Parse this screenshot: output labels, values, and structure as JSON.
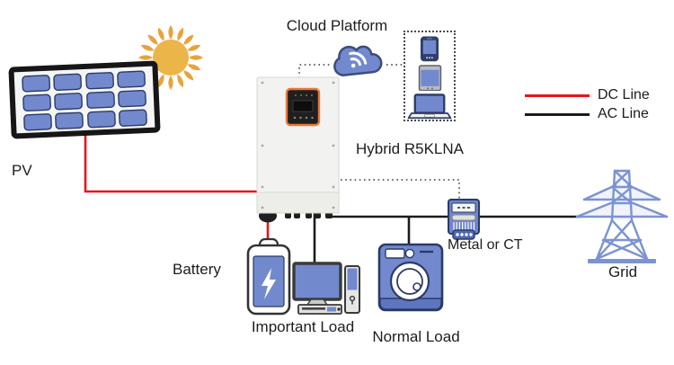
{
  "labels": {
    "pv": "PV",
    "cloud_platform": "Cloud Platform",
    "inverter_model": "Hybrid R5KLNA",
    "battery": "Battery",
    "important_load": "Important Load",
    "normal_load": "Normal Load",
    "meter": "Metal or CT",
    "grid": "Grid"
  },
  "legend": {
    "items": [
      {
        "label": "DC Line",
        "color": "#e8151b"
      },
      {
        "label": "AC Line",
        "color": "#1c1c1c"
      }
    ]
  },
  "icons": {
    "sun": "sun-icon",
    "solar_panel": "solar-panel-icon",
    "cloud": "cloud-wifi-icon",
    "phone": "smartphone-icon",
    "tablet": "tablet-icon",
    "laptop": "laptop-icon",
    "inverter": "hybrid-inverter-icon",
    "battery": "battery-icon",
    "computer": "desktop-computer-icon",
    "washer": "washing-machine-icon",
    "meter": "energy-meter-icon",
    "tower": "grid-tower-icon"
  },
  "colors": {
    "dc_line": "#e8151b",
    "ac_line": "#1c1c1c",
    "comm_dotted_line": "#3a3a3a",
    "device_blue": "#7289ce",
    "device_outline": "#2b3a66",
    "tower_blue": "#7b93d1",
    "sun_body": "#ecb54a",
    "sun_rays": "#e8a33d",
    "inverter_display_border": "#e8763a",
    "background": "#ffffff"
  }
}
